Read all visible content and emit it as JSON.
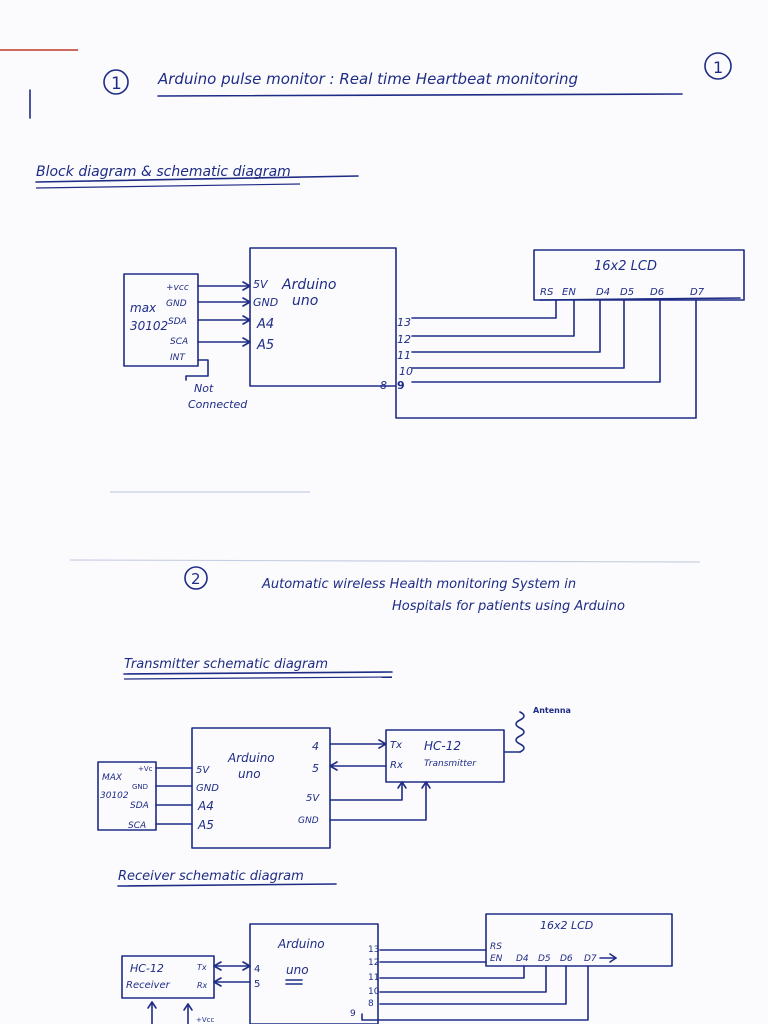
{
  "section1": {
    "number": "1",
    "title": "Arduino pulse monitor : Real time Heartbeat monitoring",
    "page_mark": "1",
    "subtitle": "Block diagram & schematic diagram",
    "sensor": {
      "name_line1": "max",
      "name_line2": "30102",
      "pins": [
        "+vcc",
        "GND",
        "SDA",
        "SCA",
        "INT"
      ]
    },
    "arduino": {
      "label_line1": "Arduino",
      "label_line2": "uno",
      "left_pins": [
        "5V",
        "GND",
        "A4",
        "A5"
      ],
      "right_pins": [
        "13",
        "12",
        "11",
        "10",
        "8",
        "9"
      ]
    },
    "lcd": {
      "title": "16x2 LCD",
      "pins": [
        "RS",
        "EN",
        "D4",
        "D5",
        "D6",
        "D7"
      ]
    },
    "not_connected_line1": "Not",
    "not_connected_line2": "Connected"
  },
  "section2": {
    "number": "2",
    "title_line1": "Automatic wireless Health monitoring System in",
    "title_line2": "Hospitals for patients using Arduino",
    "transmitter": {
      "heading": "Transmitter schematic diagram",
      "sensor": {
        "name_line1": "MAX",
        "name_line2": "30102",
        "pins": [
          "+Vc",
          "GND",
          "SDA",
          "SCA"
        ]
      },
      "arduino": {
        "label_line1": "Arduino",
        "label_line2": "uno",
        "left_pins": [
          "5V",
          "GND",
          "A4",
          "A5"
        ],
        "right_pins": [
          "4",
          "5",
          "5V",
          "GND"
        ]
      },
      "hc12": {
        "label_line1": "HC-12",
        "label_line2": "Transmitter",
        "pins": [
          "Tx",
          "Rx"
        ]
      },
      "antenna": "Antenna"
    },
    "receiver": {
      "heading": "Receiver schematic diagram",
      "hc12": {
        "label_line1": "HC-12",
        "label_line2": "Receiver",
        "pins": [
          "Tx",
          "Rx"
        ]
      },
      "arduino": {
        "label_line1": "Arduino",
        "label_line2": "uno",
        "left_pins": [
          "4",
          "5"
        ],
        "right_pins": [
          "13",
          "12",
          "11",
          "10",
          "8",
          "9"
        ]
      },
      "lcd": {
        "title": "16x2 LCD",
        "pins": [
          "RS",
          "EN",
          "D4",
          "D5",
          "D6",
          "D7"
        ]
      },
      "vcc": "+Vcc"
    }
  }
}
